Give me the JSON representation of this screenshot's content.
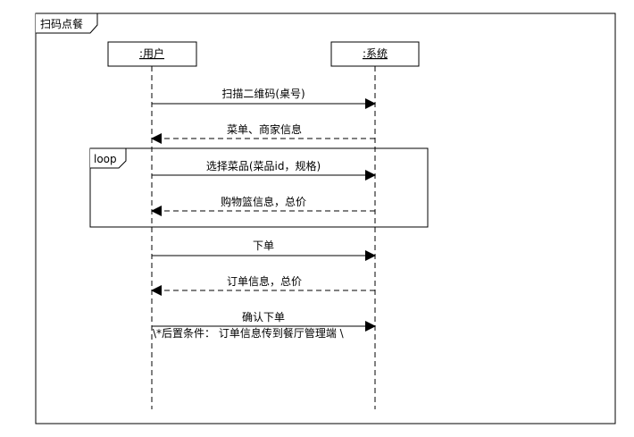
{
  "frame": {
    "title": "扫码点餐"
  },
  "lifelines": [
    {
      "id": "user",
      "label": ":用户"
    },
    {
      "id": "system",
      "label": ":系统"
    }
  ],
  "messages": [
    {
      "label": "扫描二维码(桌号)",
      "from": "user",
      "to": "system",
      "kind": "sync"
    },
    {
      "label": "菜单、商家信息",
      "from": "system",
      "to": "user",
      "kind": "return"
    },
    {
      "label": "选择菜品(菜品id，规格)",
      "from": "user",
      "to": "system",
      "kind": "sync"
    },
    {
      "label": "购物篮信息，总价",
      "from": "system",
      "to": "user",
      "kind": "return"
    },
    {
      "label": "下单",
      "from": "user",
      "to": "system",
      "kind": "sync"
    },
    {
      "label": "订单信息，总价",
      "from": "system",
      "to": "user",
      "kind": "return"
    },
    {
      "label": "确认下单",
      "from": "user",
      "to": "system",
      "kind": "sync"
    }
  ],
  "loop": {
    "label": "loop"
  },
  "note": {
    "text": "\\*后置条件： 订单信息传到餐厅管理端 \\"
  }
}
